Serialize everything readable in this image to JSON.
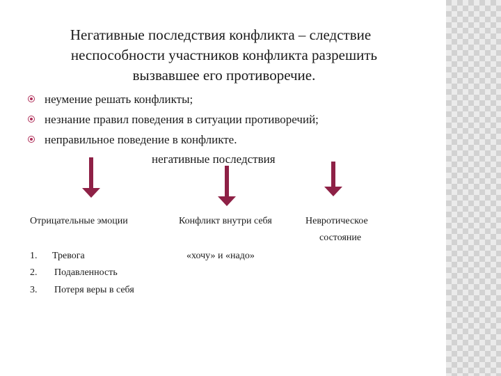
{
  "title": "Негативные последствия конфликта – следствие неспособности участников конфликта разрешить вызвавшее его противоречие.",
  "bullets": [
    "неумение решать конфликты;",
    "незнание правил поведения в ситуации противоречий;",
    "неправильное поведение в конфликте."
  ],
  "subheading": "негативные последствия",
  "columns": {
    "col1": "Отрицательные эмоции",
    "col2": "Конфликт внутри себя",
    "col3_line1": "Невротическое",
    "col3_line2": "состояние"
  },
  "col2_detail": "«хочу»  и «надо»",
  "list": [
    {
      "num": "1.",
      "text": "Тревога"
    },
    {
      "num": "2.",
      "text": "Подавленность"
    },
    {
      "num": "3.",
      "text": "Потеря веры в себя"
    }
  ],
  "colors": {
    "arrow": "#8e2146",
    "bullet": "#b0305a"
  },
  "icons": [
    "bullet-circle-icon",
    "arrow-down-icon"
  ]
}
